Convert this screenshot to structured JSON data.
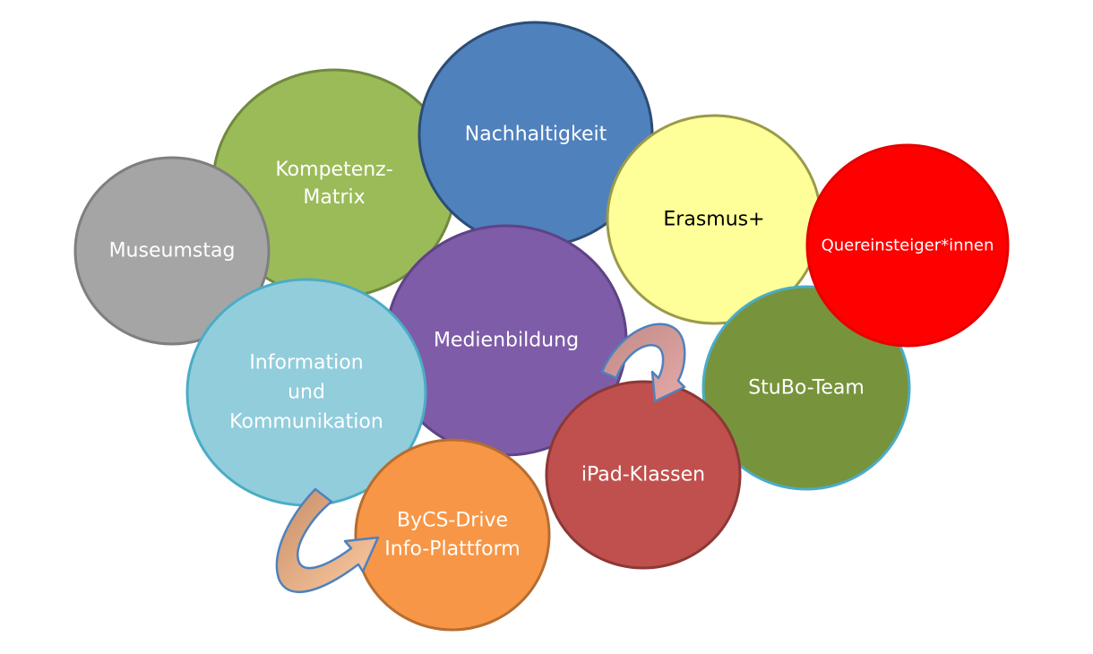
{
  "diagram": {
    "bubbles": [
      {
        "id": "kompetenz-matrix",
        "lines": [
          "Kompetenz-",
          "Matrix"
        ],
        "fill": "#9BBB59",
        "stroke": "#71893F",
        "text_color": "#FFFFFF"
      },
      {
        "id": "nachhaltigkeit",
        "lines": [
          "Nachhaltigkeit"
        ],
        "fill": "#4F81BD",
        "stroke": "#2C4D75",
        "text_color": "#FFFFFF"
      },
      {
        "id": "museumstag",
        "lines": [
          "Museumstag"
        ],
        "fill": "#A5A5A5",
        "stroke": "#7F7F7F",
        "text_color": "#FFFFFF"
      },
      {
        "id": "erasmus",
        "lines": [
          "Erasmus+"
        ],
        "fill": "#FFFF99",
        "stroke": "#9A9A4A",
        "text_color": "#000000"
      },
      {
        "id": "medienbildung",
        "lines": [
          "Medienbildung"
        ],
        "fill": "#7E5CA8",
        "stroke": "#5F4386",
        "text_color": "#FFFFFF"
      },
      {
        "id": "information-und-kommunikation",
        "lines": [
          "Information",
          "und",
          "Kommunikation"
        ],
        "fill": "#92CDDC",
        "stroke": "#4BACC6",
        "text_color": "#FFFFFF"
      },
      {
        "id": "stubo-team",
        "lines": [
          "StuBo-Team"
        ],
        "fill": "#77933C",
        "stroke": "#4BACC6",
        "text_color": "#FFFFFF"
      },
      {
        "id": "quereinsteiger-innen",
        "lines": [
          "Quereinsteiger*innen"
        ],
        "fill": "#FF0000",
        "stroke": "#E60000",
        "text_color": "#FFFFFF"
      },
      {
        "id": "ipad-klassen",
        "lines": [
          "iPad-Klassen"
        ],
        "fill": "#C0504D",
        "stroke": "#8C3836",
        "text_color": "#FFFFFF"
      },
      {
        "id": "bycs-drive-info-plattform",
        "lines": [
          "ByCS-Drive",
          "Info-Plattform"
        ],
        "fill": "#F79646",
        "stroke": "#B66D31",
        "text_color": "#FFFFFF"
      }
    ],
    "arrows": [
      {
        "id": "medienbildung-to-ipad-klassen",
        "fill": "#D99694",
        "stroke": "#4F81BD"
      },
      {
        "id": "information-to-bycs-drive",
        "fill": "#FAC090",
        "stroke": "#4F81BD"
      }
    ]
  }
}
